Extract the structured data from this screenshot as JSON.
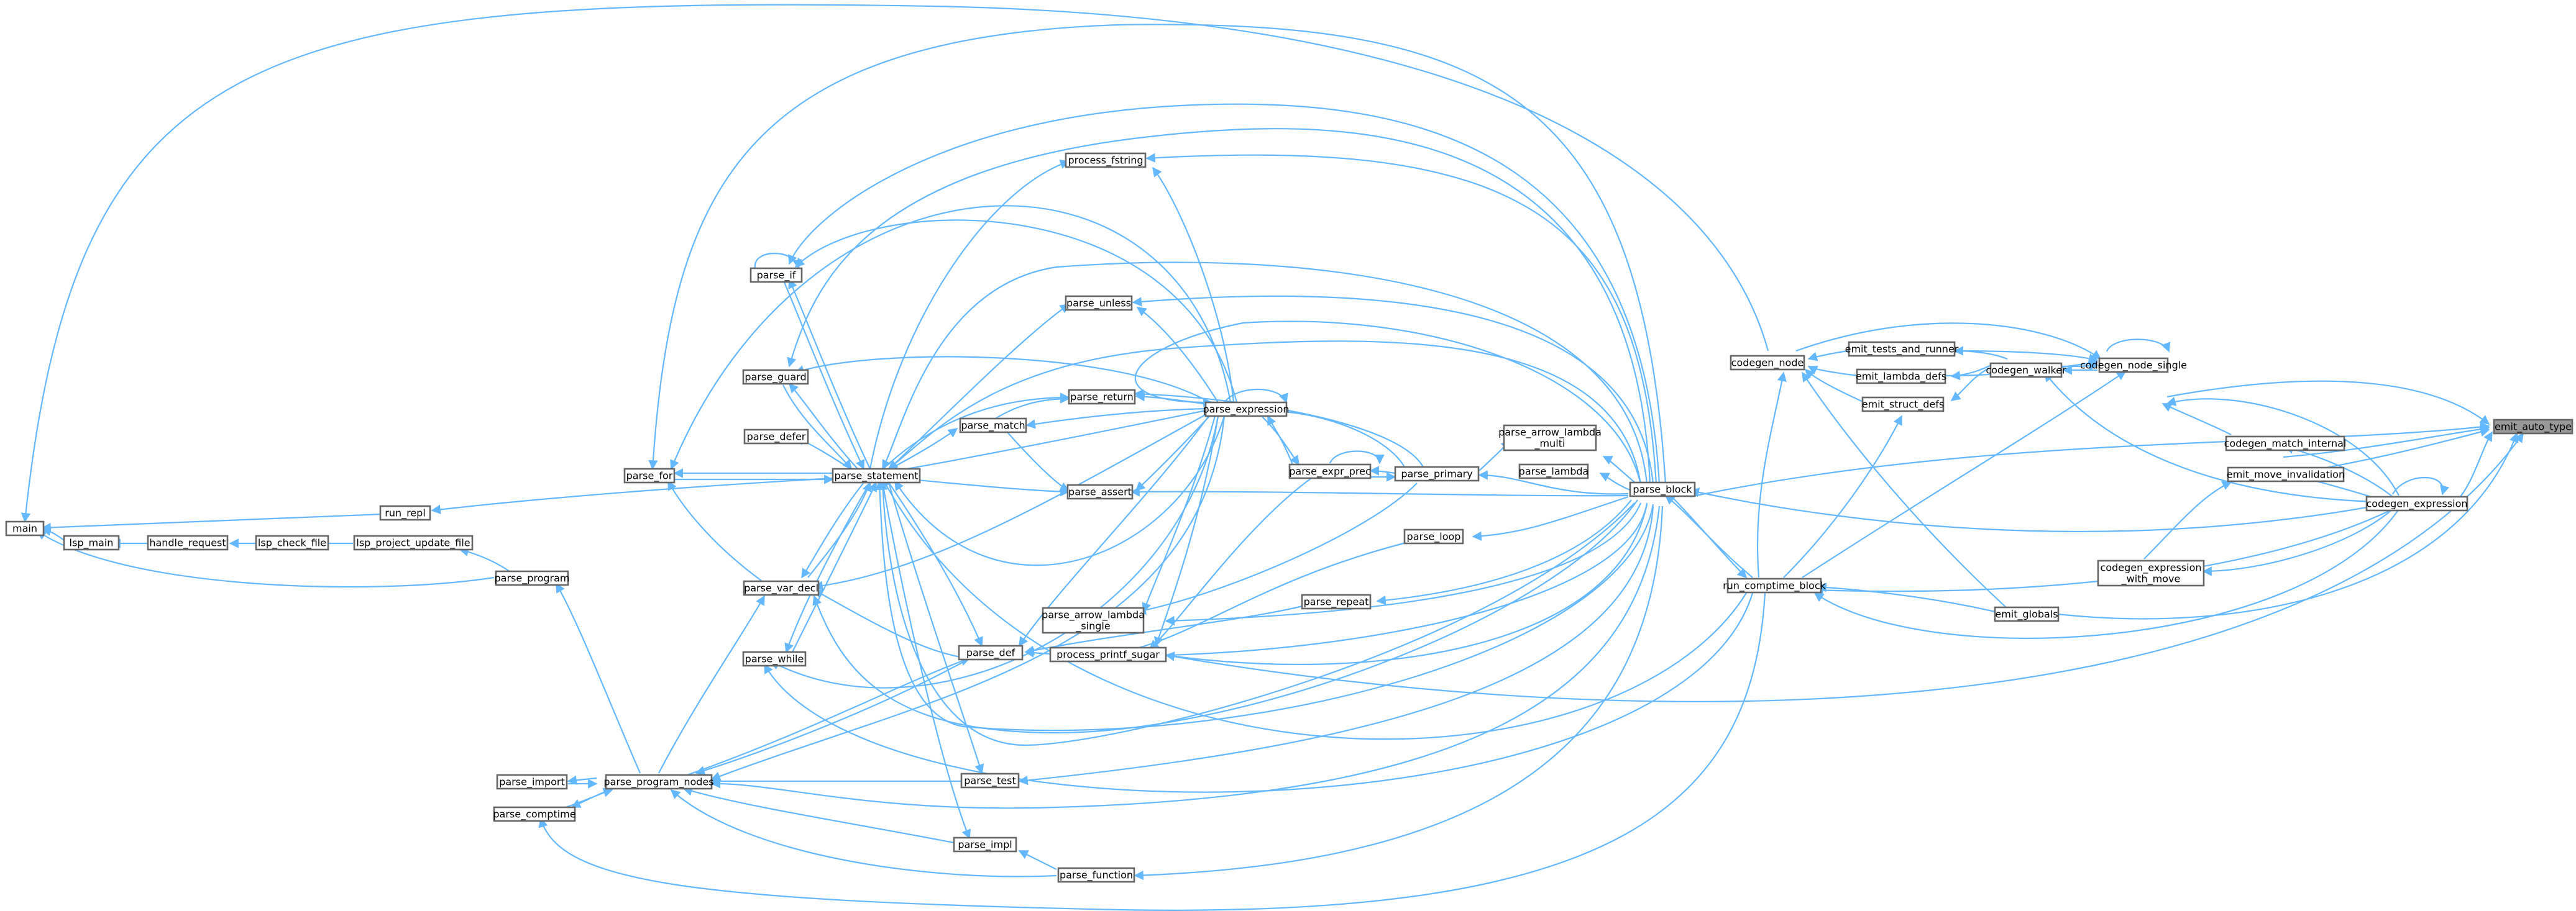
{
  "colors": {
    "edge": "#63b8ff",
    "node_border": "#666666",
    "node_fill": "#ffffff",
    "root_fill": "#999999",
    "background": "#ffffff"
  },
  "nodes": {
    "emit_auto_type": "emit_auto_type",
    "codegen_node_single": "codegen_node_single",
    "codegen_match_internal": "codegen_match_internal",
    "emit_move_invalidation": "emit_move_invalidation",
    "codegen_expression": "codegen_expression",
    "codegen_expression_with_move_1": "codegen_expression",
    "codegen_expression_with_move_2": "_with_move",
    "codegen_node": "codegen_node",
    "emit_tests_and_runner": "emit_tests_and_runner",
    "emit_lambda_defs": "emit_lambda_defs",
    "emit_struct_defs": "emit_struct_defs",
    "codegen_walker": "codegen_walker",
    "emit_globals": "emit_globals",
    "run_comptime_block": "run_comptime_block",
    "parse_block": "parse_block",
    "parse_arrow_lambda_multi_1": "parse_arrow_lambda",
    "parse_arrow_lambda_multi_2": "_multi",
    "parse_lambda": "parse_lambda",
    "parse_loop": "parse_loop",
    "parse_repeat": "parse_repeat",
    "parse_primary": "parse_primary",
    "parse_expr_prec": "parse_expr_prec",
    "parse_expression": "parse_expression",
    "process_fstring": "process_fstring",
    "parse_unless": "parse_unless",
    "parse_return": "parse_return",
    "parse_match": "parse_match",
    "parse_assert": "parse_assert",
    "parse_arrow_lambda_single_1": "parse_arrow_lambda",
    "parse_arrow_lambda_single_2": "_single",
    "process_printf_sugar": "process_printf_sugar",
    "parse_def": "parse_def",
    "parse_test": "parse_test",
    "parse_impl": "parse_impl",
    "parse_function": "parse_function",
    "parse_statement": "parse_statement",
    "parse_if": "parse_if",
    "parse_guard": "parse_guard",
    "parse_defer": "parse_defer",
    "parse_for": "parse_for",
    "parse_var_decl": "parse_var_decl",
    "parse_while": "parse_while",
    "parse_program_nodes": "parse_program_nodes",
    "parse_import": "parse_import",
    "parse_comptime": "parse_comptime",
    "parse_program": "parse_program",
    "run_repl": "run_repl",
    "lsp_project_update_file": "lsp_project_update_file",
    "lsp_check_file": "lsp_check_file",
    "handle_request": "handle_request",
    "lsp_main": "lsp_main",
    "main": "main"
  }
}
